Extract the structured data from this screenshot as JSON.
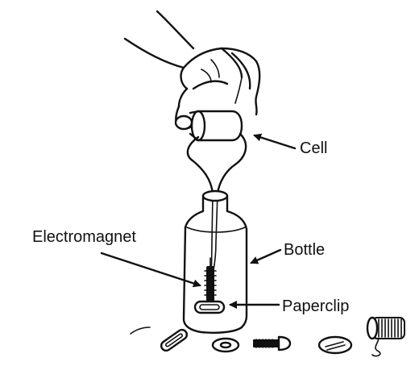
{
  "labels": {
    "cell": "Cell",
    "electromagnet": "Electromagnet",
    "bottle": "Bottle",
    "paperclip": "Paperclip"
  },
  "items_on_table": [
    "paperclip-icon",
    "washer-icon",
    "screw-icon",
    "coin-icon",
    "wire-coil-icon"
  ],
  "colors": {
    "ink": "#111111",
    "background": "#ffffff"
  }
}
